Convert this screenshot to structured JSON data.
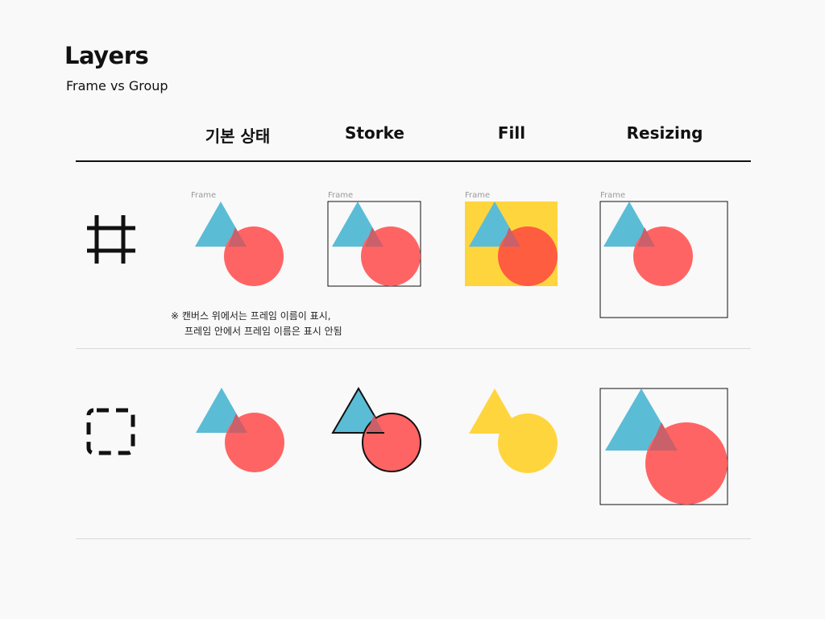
{
  "title": "Layers",
  "subtitle": "Frame vs Group",
  "columns": {
    "base": "기본 상태",
    "stroke": "Storke",
    "fill": "Fill",
    "resizing": "Resizing"
  },
  "rows": {
    "frame": {
      "icon": "frame-icon",
      "label": "Frame"
    },
    "group": {
      "icon": "group-icon"
    }
  },
  "note": {
    "line1": "※ 캔버스 위에서는 프레임 이름이 표시,",
    "line2": "프레임 안에서 프레임 이름은 표시 안됨"
  },
  "colors": {
    "triangle": "#5bbcd6",
    "circle": "#ff6464",
    "overlap": "#c9606a",
    "fill_yellow": "#ffd53e",
    "overlap_yellow_circle": "#ff5d3f",
    "stroke": "#111111"
  }
}
